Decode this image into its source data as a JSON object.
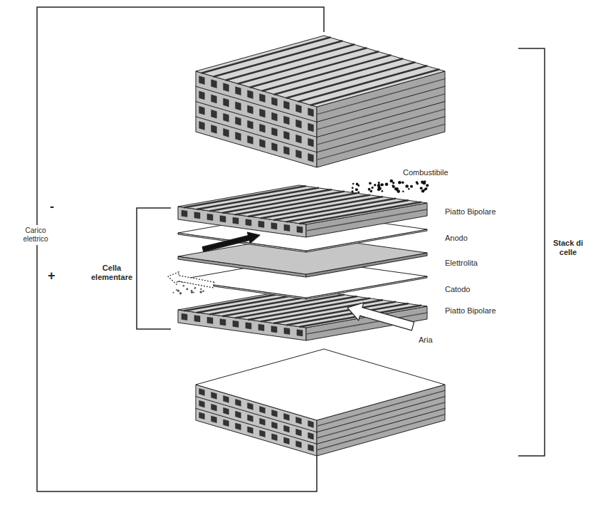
{
  "diagram": {
    "labels": [
      "Combustibile",
      "Piatto Bipolare",
      "Anodo",
      "Elettrolita",
      "Catodo",
      "Piatto Bipolare",
      "Aria",
      "Carico elettrico",
      "-",
      "+",
      "Cella elementare",
      "Stack di celle"
    ]
  }
}
